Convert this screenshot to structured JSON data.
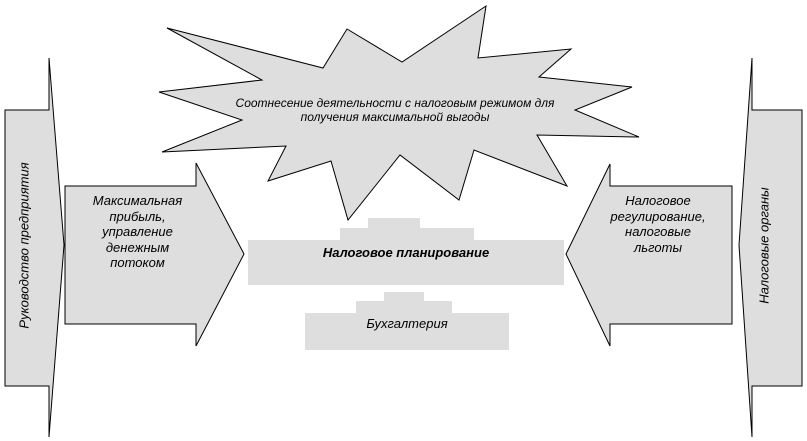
{
  "diagram": {
    "left_column": "Руководство предприятия",
    "right_column": "Налоговые органы",
    "left_arrow": "Максимальная прибыль, управление денежным потоком",
    "right_arrow": "Налоговое регулирование, налоговые льготы",
    "center_box": "Налоговое планирование",
    "bottom_box": "Бухгалтерия",
    "burst": "Соотнесение деятельности с налоговым режимом для получения максимальной выгоды"
  },
  "colors": {
    "fill": "#dedede",
    "stroke": "#000000"
  }
}
